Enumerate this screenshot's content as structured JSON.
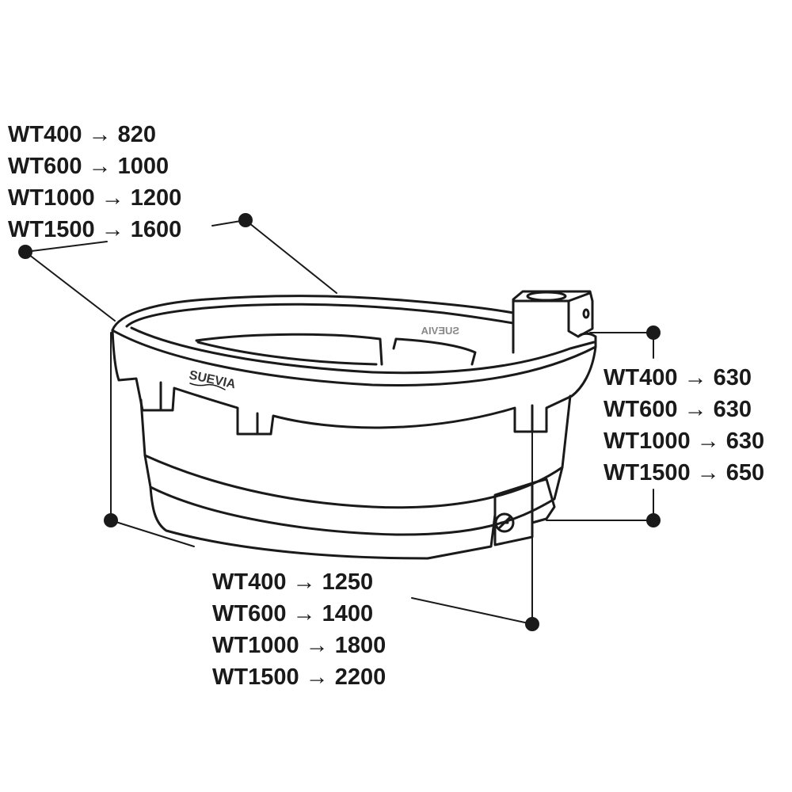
{
  "logo": {
    "front": "SUEVIA",
    "back": "SUEVIA"
  },
  "dimensions": {
    "width": [
      {
        "model": "WT400",
        "arrow": "→",
        "value": "820"
      },
      {
        "model": "WT600",
        "arrow": "→",
        "value": "1000"
      },
      {
        "model": "WT1000",
        "arrow": "→",
        "value": "1200"
      },
      {
        "model": "WT1500",
        "arrow": "→",
        "value": "1600"
      }
    ],
    "height": [
      {
        "model": "WT400",
        "arrow": "→",
        "value": "630"
      },
      {
        "model": "WT600",
        "arrow": "→",
        "value": "630"
      },
      {
        "model": "WT1000",
        "arrow": "→",
        "value": "630"
      },
      {
        "model": "WT1500",
        "arrow": "→",
        "value": "650"
      }
    ],
    "length": [
      {
        "model": "WT400",
        "arrow": "→",
        "value": "1250"
      },
      {
        "model": "WT600",
        "arrow": "→",
        "value": "1400"
      },
      {
        "model": "WT1000",
        "arrow": "→",
        "value": "1800"
      },
      {
        "model": "WT1500",
        "arrow": "→",
        "value": "2200"
      }
    ]
  }
}
